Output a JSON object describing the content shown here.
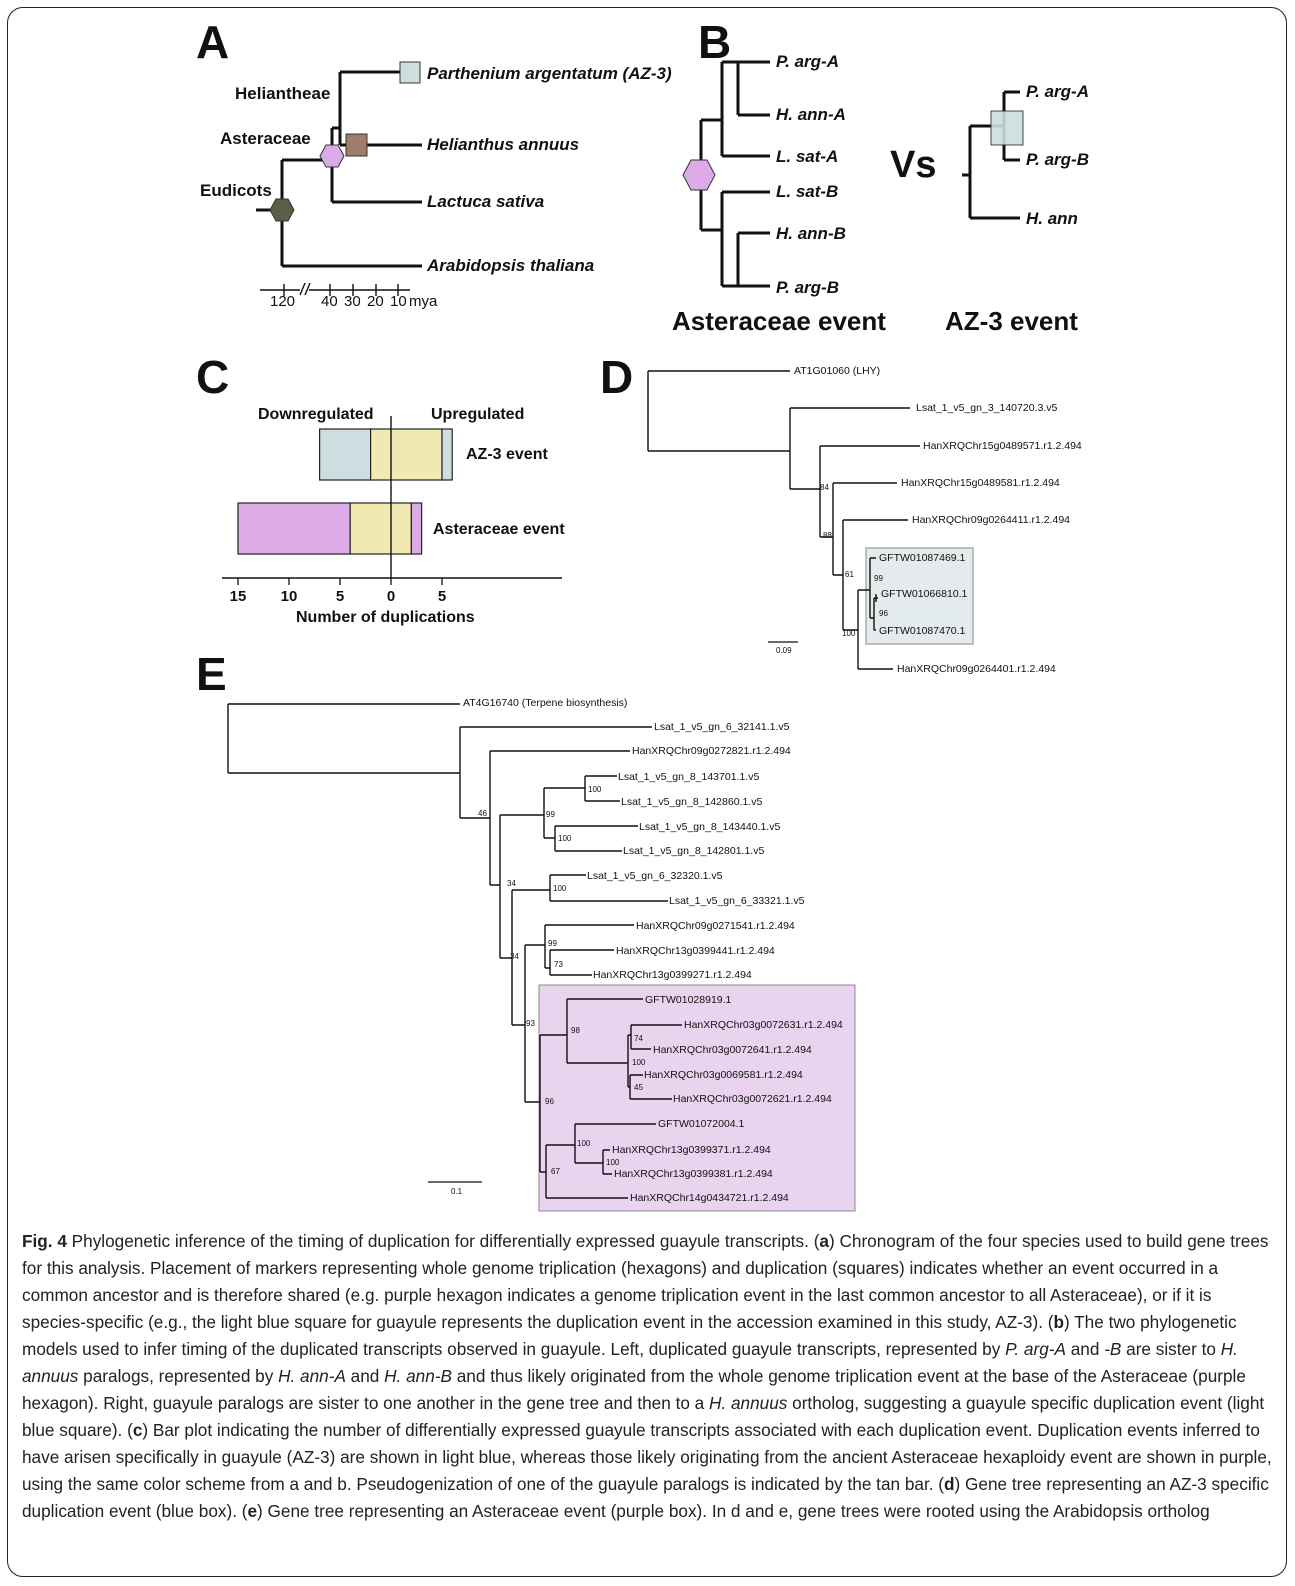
{
  "panel_labels": {
    "a": "A",
    "b": "B",
    "c": "C",
    "d": "D",
    "e": "E"
  },
  "panel_a": {
    "clades": {
      "heliantheae": "Heliantheae",
      "asteraceae": "Asteraceae",
      "eudicots": "Eudicots"
    },
    "species": {
      "parthenium": "Parthenium argentatum (AZ-3)",
      "helianthus": "Helianthus annuus",
      "lactuca": "Lactuca sativa",
      "arabidopsis": "Arabidopsis thaliana"
    },
    "time_axis": {
      "t120": "120",
      "t40": "40",
      "t30": "30",
      "t20": "20",
      "t10": "10",
      "unit": "mya"
    },
    "colors": {
      "blue": "#cfdde0",
      "brown": "#a07c6c",
      "purple": "#dcaae6",
      "green": "#5b5f47"
    }
  },
  "panel_b": {
    "left_tree": {
      "tips": {
        "parg_a": "P. arg-A",
        "hann_a": "H. ann-A",
        "lsat_a": "L. sat-A",
        "lsat_b": "L. sat-B",
        "hann_b": "H. ann-B",
        "parg_b": "P. arg-B"
      },
      "title": "Asteraceae event"
    },
    "vs": "Vs",
    "right_tree": {
      "tips": {
        "parg_a": "P. arg-A",
        "parg_b": "P. arg-B",
        "hann": "H. ann"
      },
      "title": "AZ-3 event"
    }
  },
  "panel_c": {
    "header_down": "Downregulated",
    "header_up": "Upregulated",
    "xlabel": "Number of duplications",
    "chart_data": {
      "type": "bar",
      "orientation": "horizontal",
      "stacked": true,
      "xlabel": "Number of duplications",
      "xlim": [
        -16,
        16
      ],
      "x_ticks": [
        "15",
        "10",
        "5",
        "0",
        "5"
      ],
      "categories": [
        "AZ-3 event",
        "Asteraceae event"
      ],
      "series": [
        {
          "name": "Downregulated",
          "segments": [
            {
              "from": -7,
              "to": -2
            },
            {
              "from": -15,
              "to": -4
            }
          ]
        },
        {
          "name": "Pseudogenized (tan)",
          "segments": [
            {
              "from": -2,
              "to": 5
            },
            {
              "from": -4,
              "to": 2
            }
          ]
        },
        {
          "name": "Upregulated",
          "segments": [
            {
              "from": 5,
              "to": 6
            },
            {
              "from": 2,
              "to": 3
            }
          ]
        }
      ],
      "colors": {
        "az3": "#cfdde0",
        "asteraceae": "#dcaae6",
        "tan": "#f0eab2"
      }
    }
  },
  "panel_d": {
    "tips": [
      "AT1G01060 (LHY)",
      "Lsat_1_v5_gn_3_140720.3.v5",
      "HanXRQChr15g0489571.r1.2.494",
      "HanXRQChr15g0489581.r1.2.494",
      "HanXRQChr09g0264411.r1.2.494",
      "GFTW01087469.1",
      "GFTW01066810.1",
      "GFTW01087470.1",
      "HanXRQChr09g0264401.r1.2.494"
    ],
    "supports": {
      "s84": "84",
      "s88": "88",
      "s61": "61",
      "s99": "99",
      "s96": "96",
      "s100": "100"
    },
    "scale": "0.09",
    "highlight_color": "#e3ebed"
  },
  "panel_e": {
    "tips": [
      "AT4G16740 (Terpene biosynthesis)",
      "Lsat_1_v5_gn_6_32141.1.v5",
      "HanXRQChr09g0272821.r1.2.494",
      "Lsat_1_v5_gn_8_143701.1.v5",
      "Lsat_1_v5_gn_8_142860.1.v5",
      "Lsat_1_v5_gn_8_143440.1.v5",
      "Lsat_1_v5_gn_8_142801.1.v5",
      "Lsat_1_v5_gn_6_32320.1.v5",
      "Lsat_1_v5_gn_6_33321.1.v5",
      "HanXRQChr09g0271541.r1.2.494",
      "HanXRQChr13g0399441.r1.2.494",
      "HanXRQChr13g0399271.r1.2.494",
      "GFTW01028919.1",
      "HanXRQChr03g0072631.r1.2.494",
      "HanXRQChr03g0072641.r1.2.494",
      "HanXRQChr03g0069581.r1.2.494",
      "HanXRQChr03g0072621.r1.2.494",
      "GFTW01072004.1",
      "HanXRQChr13g0399371.r1.2.494",
      "HanXRQChr13g0399381.r1.2.494",
      "HanXRQChr14g0434721.r1.2.494"
    ],
    "supports": {
      "s46": "46",
      "s99a": "99",
      "s100a": "100",
      "s100b": "100",
      "s34a": "34",
      "s100c": "100",
      "s34b": "34",
      "s99b": "99",
      "s73": "73",
      "s93": "93",
      "s98": "98",
      "s74": "74",
      "s100d": "100",
      "s45": "45",
      "s96": "96",
      "s100e": "100",
      "s100f": "100",
      "s67": "67"
    },
    "scale": "0.1",
    "highlight_color": "#ead3ef"
  },
  "caption": {
    "fig": "Fig. 4",
    "intro": " Phylogenetic inference of the timing of duplication for differentially expressed guayule transcripts. (",
    "a_letter": "a",
    "a_text": ") Chronogram of the four species used to build gene trees for this analysis. Placement of markers representing whole genome triplication (hexagons) and duplication (squares) indicates whether an event occurred in a common ancestor and is therefore shared (e.g. purple hexagon indicates a genome triplication event in the last common ancestor to all Asteraceae), or if it is species-specific (e.g., the light blue square for guayule represents the duplication event in the accession examined in this study, AZ-3). (",
    "b_letter": "b",
    "b_text1": ") The two phylogenetic models used to infer timing of the duplicated transcripts observed in guayule. Left, duplicated guayule transcripts, represented by ",
    "b_it1": "P. arg-A",
    "b_text2": " and ",
    "b_it2": "-B",
    "b_text3": " are sister to ",
    "b_it3": "H. annuus",
    "b_text4": " paralogs, represented by ",
    "b_it4": "H. ann-A",
    "b_text5": " and ",
    "b_it5": "H. ann-B",
    "b_text6": " and thus likely originated from the whole genome triplication event at the base of the Asteraceae (purple hexagon). Right, guayule paralogs are sister to one another in the gene tree and then to a ",
    "b_it6": "H. annuus",
    "b_text7": " ortholog, suggesting a guayule specific duplication event (light blue square). (",
    "c_letter": "c",
    "c_text": ") Bar plot indicating the number of differentially expressed guayule transcripts associated with each duplication event. Duplication events inferred to have arisen specifically in guayule (AZ-3) are shown in light blue, whereas those likely originating from the ancient Asteraceae hexaploidy event are shown in purple, using the same color scheme from a and b. Pseudogenization of one of the guayule paralogs is indicated by the tan bar. (",
    "d_letter": "d",
    "d_text": ") Gene tree representing an AZ-3 specific duplication event (blue box). (",
    "e_letter": "e",
    "e_text": ") Gene tree representing an Asteraceae event (purple box). In d and e, gene trees were rooted using the Arabidopsis ortholog"
  }
}
